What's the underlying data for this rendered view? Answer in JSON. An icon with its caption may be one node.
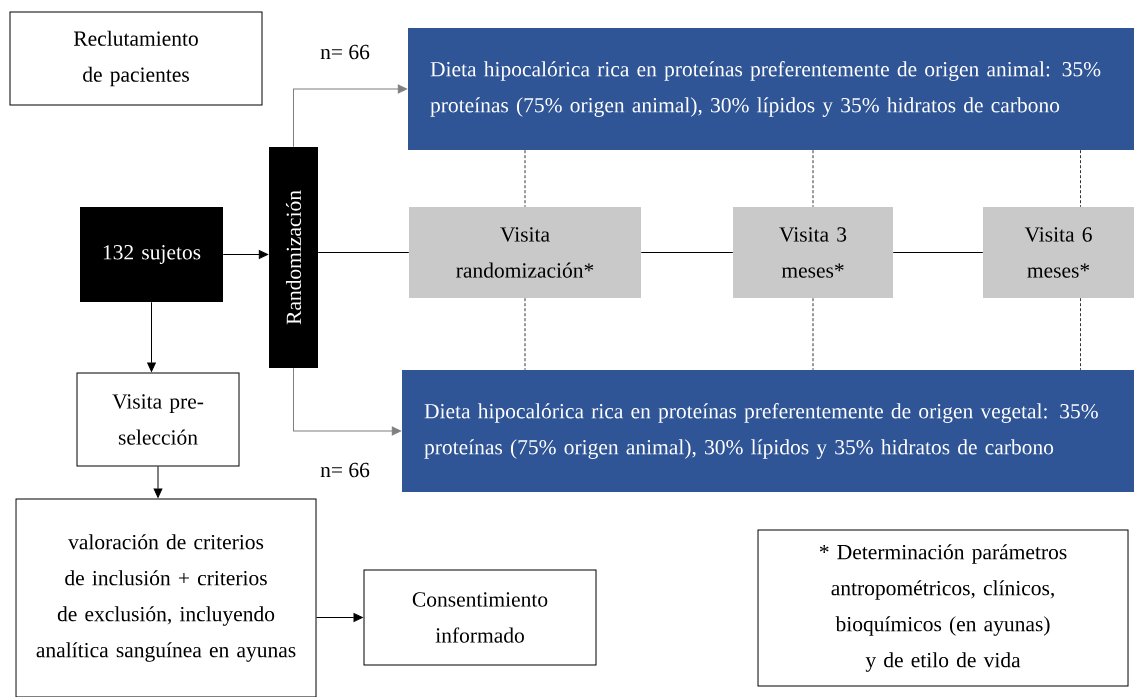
{
  "diagram": {
    "nodes": [
      {
        "text": [
          "Reclutamiento de pacientes"
        ]
      },
      {
        "text": [
          "132 sujetos"
        ]
      },
      {
        "text": [
          "Randomización"
        ]
      },
      {
        "text": [
          "Dieta hipocalórica rica en proteínas preferentemente de origen animal: 35% proteínas (75% origen animal), 30% lípidos y 35% hidratos de carbono"
        ]
      },
      {
        "text": [
          "Visita randomización*"
        ]
      },
      {
        "text": [
          "Visita 3 meses*"
        ]
      },
      {
        "text": [
          "Visita 6 meses*"
        ]
      },
      {
        "text": [
          "Dieta hipocalórica rica en proteínas preferentemente de origen vegetal: 35% proteínas (75% origen animal), 30% lípidos y 35% hidratos de carbono"
        ]
      },
      {
        "text": [
          "Visita pre-selección"
        ]
      },
      {
        "text": [
          "valoración de criterios de inclusión + criterios de exclusión, incluyendo analítica sanguínea en ayunas"
        ]
      },
      {
        "text": [
          "Consentimiento informado"
        ]
      },
      {
        "text": [
          "* Determinación parámetros antropométricos, clínicos, bioquímicos (en ayunas) y de etilo de vida"
        ]
      }
    ],
    "edges": [
      {
        "from": 1,
        "to": 2,
        "arrow": "to"
      },
      {
        "from": 2,
        "to": 3,
        "arrow": "to",
        "label": "n= 66",
        "color": "#7f7f7f"
      },
      {
        "from": 2,
        "to": 7,
        "arrow": "to",
        "label": "n= 66",
        "color": "#7f7f7f"
      },
      {
        "from": 2,
        "to": 4,
        "arrow": "none"
      },
      {
        "from": 4,
        "to": 5,
        "arrow": "none"
      },
      {
        "from": 5,
        "to": 6,
        "arrow": "none"
      },
      {
        "from": 3,
        "to": 4,
        "arrow": "none",
        "style": "dashed"
      },
      {
        "from": 4,
        "to": 7,
        "arrow": "none",
        "style": "dashed"
      },
      {
        "from": 3,
        "to": 5,
        "arrow": "none",
        "style": "dashed"
      },
      {
        "from": 5,
        "to": 7,
        "arrow": "none",
        "style": "dashed"
      },
      {
        "from": 3,
        "to": 6,
        "arrow": "none",
        "style": "dashed"
      },
      {
        "from": 6,
        "to": 7,
        "arrow": "none",
        "style": "dashed"
      },
      {
        "from": 1,
        "to": 8,
        "arrow": "to"
      },
      {
        "from": 8,
        "to": 9,
        "arrow": "to"
      },
      {
        "from": 9,
        "to": 10,
        "arrow": "to"
      }
    ]
  }
}
